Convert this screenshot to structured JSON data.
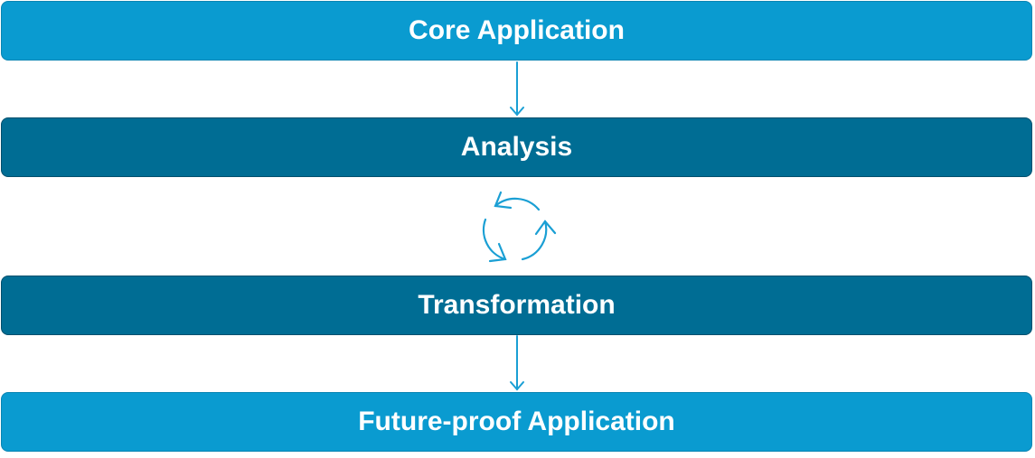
{
  "steps": [
    {
      "label": "Core Application"
    },
    {
      "label": "Analysis"
    },
    {
      "label": "Transformation"
    },
    {
      "label": "Future-proof Application"
    }
  ],
  "colors": {
    "light": "#0a9bd0",
    "dark": "#006d94",
    "arrow": "#1a9fd4"
  },
  "icons": {
    "cycle": "cycle-arrows-icon"
  }
}
